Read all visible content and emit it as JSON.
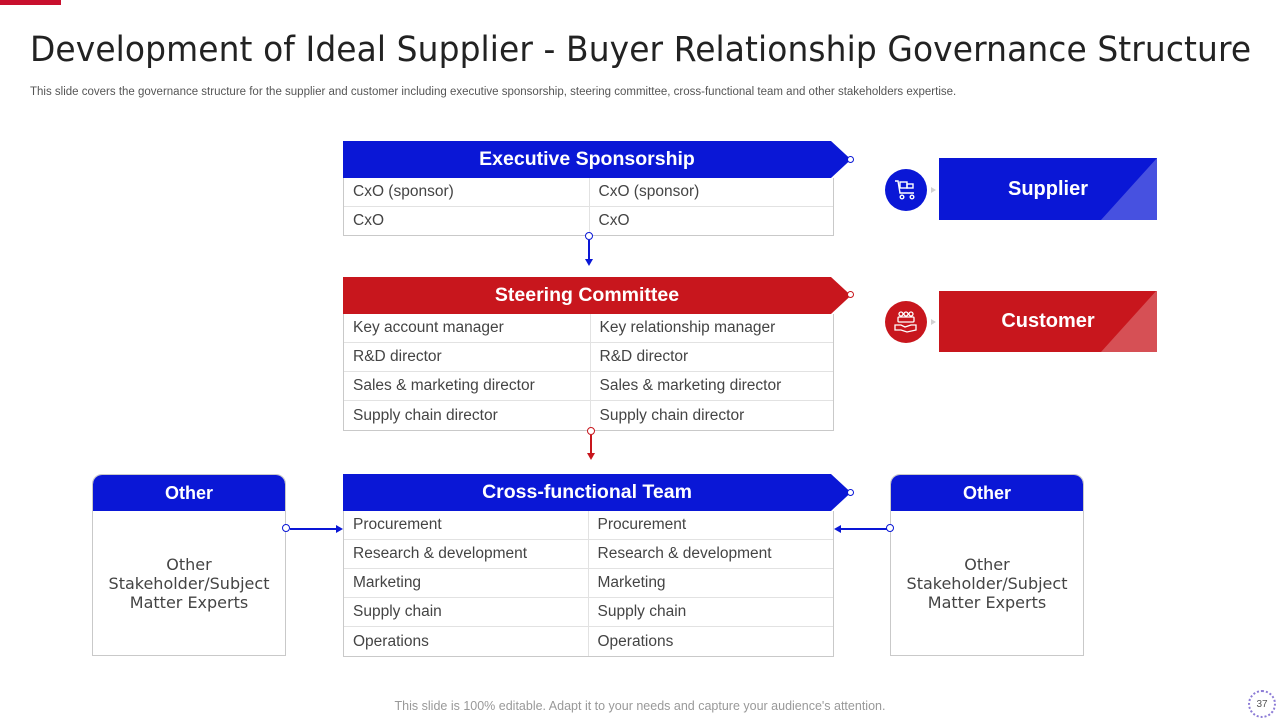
{
  "page": {
    "title": "Development of Ideal Supplier - Buyer Relationship Governance Structure",
    "subtitle": "This slide covers the governance structure for the supplier and customer including executive sponsorship, steering committee, cross-functional team and other stakeholders expertise.",
    "footer": "This slide is 100% editable. Adapt it to your needs and capture your audience's attention.",
    "page_number": "37"
  },
  "colors": {
    "blue": "#0a17d6",
    "red": "#c8161d",
    "accent": "#c8102e"
  },
  "executive": {
    "title": "Executive Sponsorship",
    "rows": [
      [
        "CxO (sponsor)",
        "CxO (sponsor)"
      ],
      [
        "CxO",
        "CxO"
      ]
    ]
  },
  "steering": {
    "title": "Steering Committee",
    "rows": [
      [
        "Key account manager",
        "Key relationship manager"
      ],
      [
        "R&D director",
        "R&D director"
      ],
      [
        "Sales & marketing director",
        "Sales & marketing director"
      ],
      [
        "Supply chain director",
        "Supply chain director"
      ]
    ]
  },
  "cross": {
    "title": "Cross-functional Team",
    "rows": [
      [
        "Procurement",
        "Procurement"
      ],
      [
        "Research & development",
        "Research & development"
      ],
      [
        "Marketing",
        "Marketing"
      ],
      [
        "Supply chain",
        "Supply chain"
      ],
      [
        "Operations",
        "Operations"
      ]
    ]
  },
  "other_left": {
    "title": "Other",
    "body": "Other Stakeholder/Subject Matter Experts"
  },
  "other_right": {
    "title": "Other",
    "body": "Other Stakeholder/Subject Matter Experts"
  },
  "legend": {
    "supplier": {
      "label": "Supplier",
      "icon": "delivery-cart-icon"
    },
    "customer": {
      "label": "Customer",
      "icon": "customer-hand-icon"
    }
  }
}
